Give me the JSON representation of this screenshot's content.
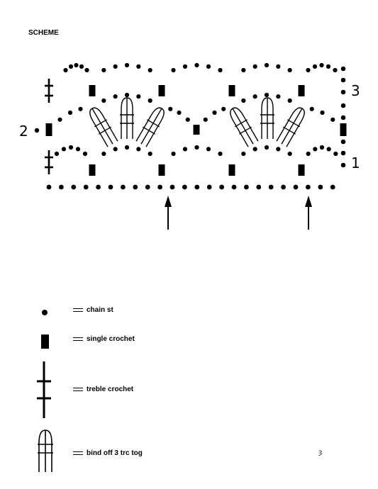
{
  "title": "SCHEME",
  "row_labels": {
    "row1": "1",
    "row2": "2",
    "row3": "3"
  },
  "legend": [
    {
      "symbol": "chain-stitch-dot",
      "label": "chain st"
    },
    {
      "symbol": "single-crochet-rect",
      "label": "single crochet"
    },
    {
      "symbol": "treble-crochet-mark",
      "label": "treble crochet"
    },
    {
      "symbol": "bind-off-3-trc-cluster",
      "label": "bind off 3 trc tog"
    }
  ],
  "stray_mark": "ȝ",
  "colors": {
    "ink": "#000000",
    "background": "#ffffff"
  }
}
